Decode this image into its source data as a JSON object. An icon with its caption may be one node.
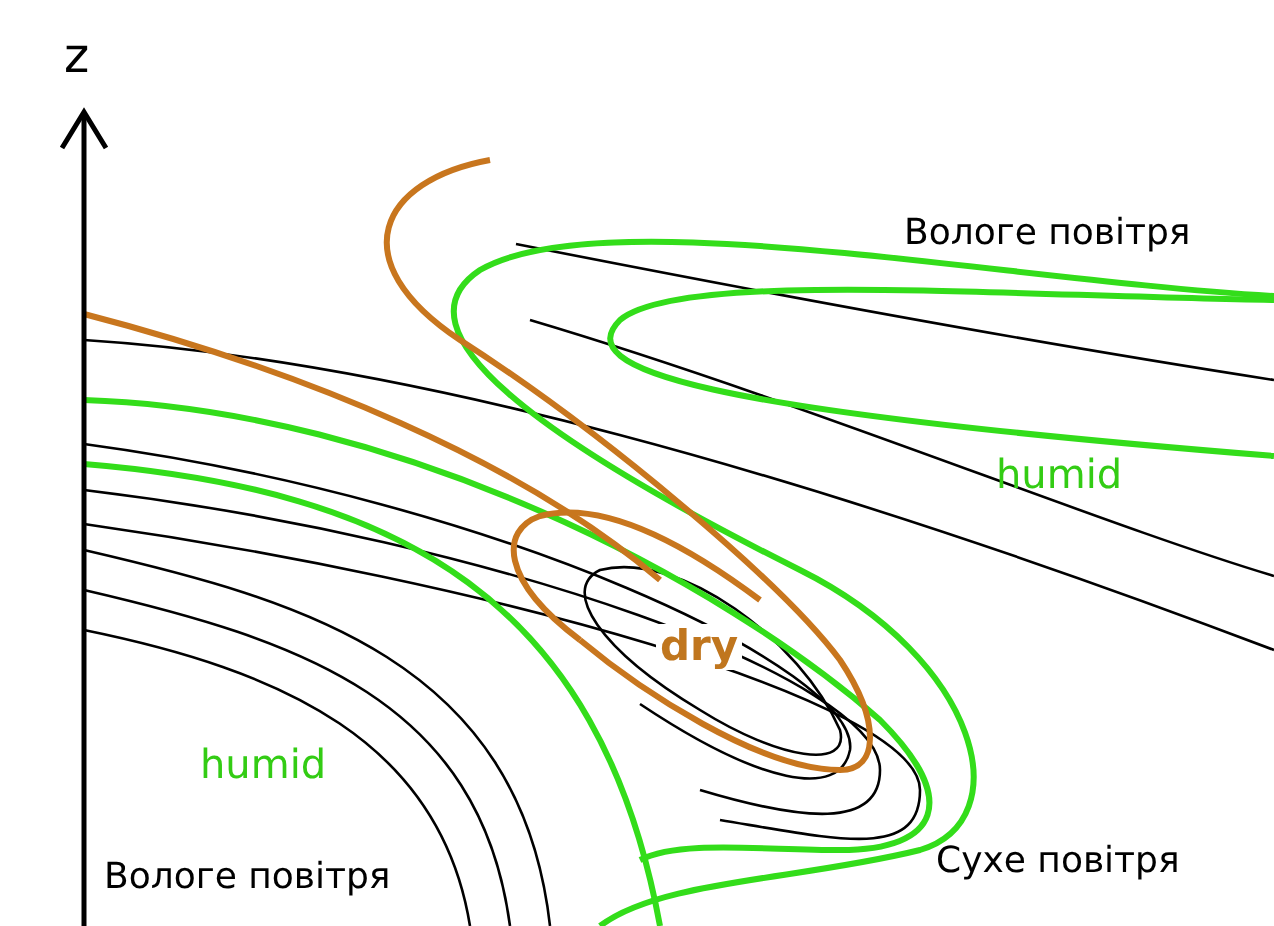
{
  "diagram": {
    "labels": [
      "z",
      "Вологе повітря",
      "humid",
      "dry",
      "humid",
      "Вологе повітря",
      "Сухе повітря"
    ]
  }
}
